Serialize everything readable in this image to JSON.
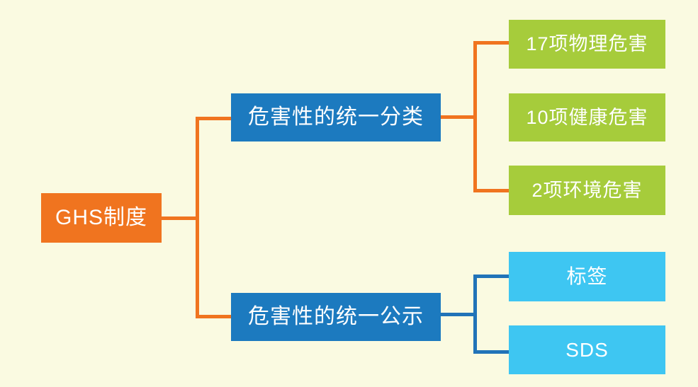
{
  "colors": {
    "background": "#FAFAE1",
    "orange": "#F0741F",
    "blue": "#1C7ABF",
    "connector_blue": "#2173B8",
    "green": "#A6CC3B",
    "cyan": "#3EC6F2",
    "text": "#FFFFFF"
  },
  "diagram": {
    "root": {
      "label": "GHS制度"
    },
    "branches": [
      {
        "label": "危害性的统一分类",
        "children": [
          {
            "label": "17项物理危害"
          },
          {
            "label": "10项健康危害"
          },
          {
            "label": "2项环境危害"
          }
        ]
      },
      {
        "label": "危害性的统一公示",
        "children": [
          {
            "label": "标签"
          },
          {
            "label": "SDS"
          }
        ]
      }
    ]
  }
}
